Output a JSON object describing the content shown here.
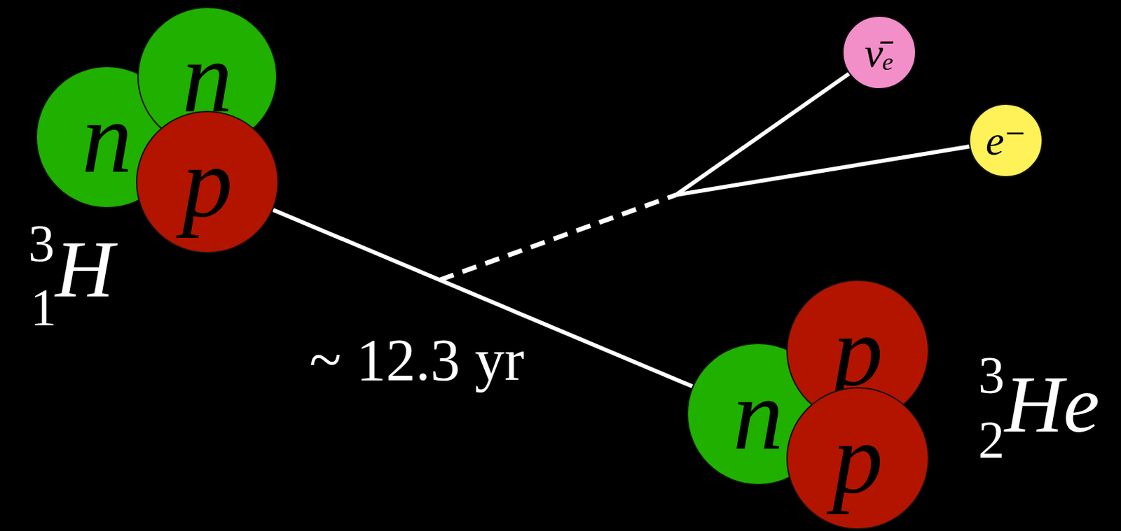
{
  "diagram": {
    "nodes": [
      {
        "text": [
          "n"
        ]
      },
      {
        "text": [
          "n"
        ]
      },
      {
        "text": [
          "p"
        ]
      },
      {
        "text": [
          "ν̄ₑ"
        ]
      },
      {
        "text": [
          "e⁻"
        ]
      },
      {
        "text": [
          "n"
        ]
      },
      {
        "text": [
          "p"
        ]
      },
      {
        "text": [
          "p"
        ]
      }
    ],
    "edges": [
      {
        "from": 2,
        "to": 5,
        "arrow": "none"
      }
    ],
    "labels": [
      "3",
      "1",
      "H",
      "~ 12.3 yr",
      "3",
      "2",
      "He"
    ]
  }
}
